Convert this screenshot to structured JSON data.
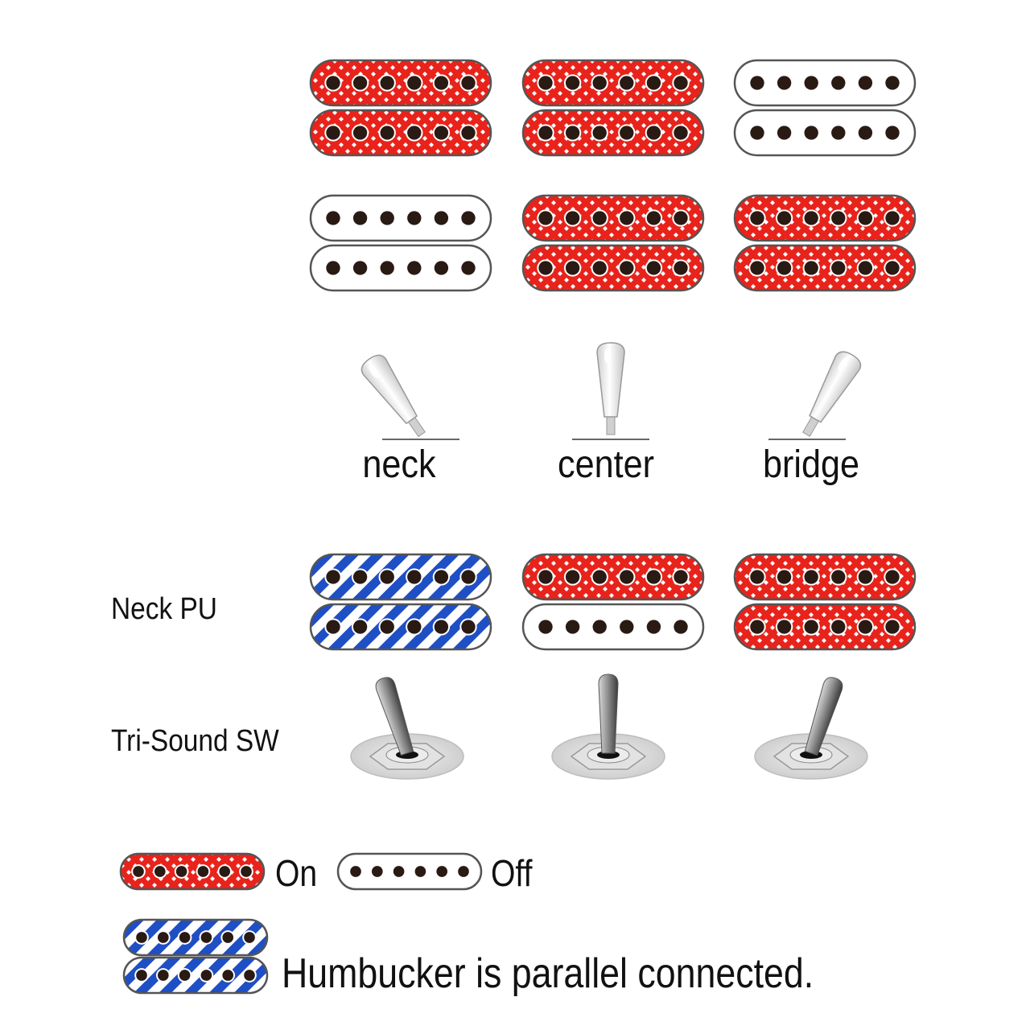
{
  "diagram": {
    "switch_positions": [
      {
        "id": "neck",
        "label": "neck",
        "lever_angle": -35
      },
      {
        "id": "center",
        "label": "center",
        "lever_angle": 0
      },
      {
        "id": "bridge",
        "label": "bridge",
        "lever_angle": 30
      }
    ],
    "row_labels": {
      "neck_pu": "Neck PU",
      "tri_sound_sw": "Tri-Sound SW"
    },
    "pickup_states": {
      "row1": [
        [
          "on",
          "on"
        ],
        [
          "on",
          "on"
        ],
        [
          "off",
          "off"
        ]
      ],
      "row2": [
        [
          "off",
          "off"
        ],
        [
          "on",
          "on"
        ],
        [
          "on",
          "on"
        ]
      ],
      "neck_pu_row": [
        [
          "parallel",
          "parallel"
        ],
        [
          "on",
          "off"
        ],
        [
          "on",
          "on"
        ]
      ]
    },
    "tri_sound_lever_angles": [
      -18,
      0,
      18
    ],
    "legend": {
      "on_label": "On",
      "off_label": "Off",
      "parallel_label": "Humbucker is parallel connected."
    },
    "colors": {
      "on": "#e8231b",
      "parallel_stripe": "#1f4fc4",
      "outline": "#555555",
      "pole": "#2a1a14"
    }
  }
}
